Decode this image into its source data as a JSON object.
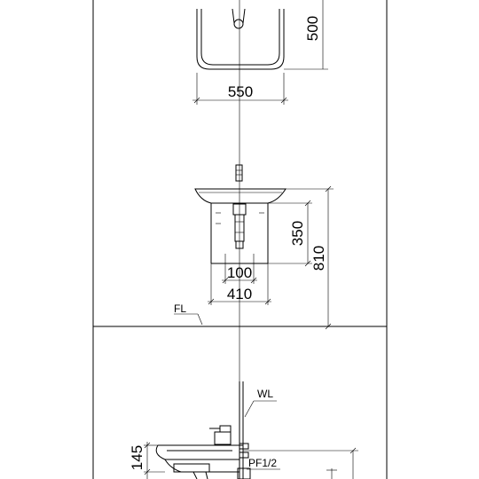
{
  "dimensions": {
    "basin_depth": "500",
    "basin_width": "550",
    "trap_drop": "350",
    "rim_height": "810",
    "trap_offset": "100",
    "cabinet_width": "410",
    "outlet_height": "145"
  },
  "labels": {
    "floor_level": "FL",
    "wall_line": "WL",
    "pipe_fitting": "PF1/2"
  }
}
